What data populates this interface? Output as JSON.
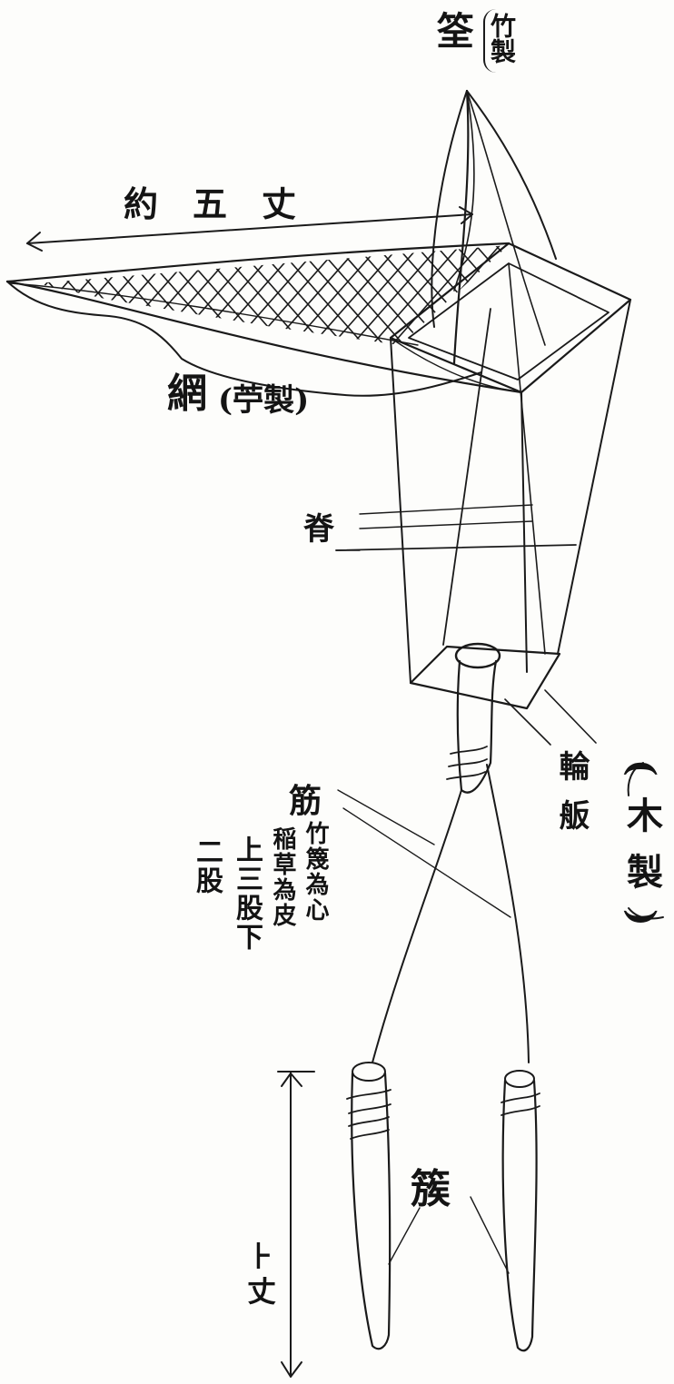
{
  "labels": {
    "basket": "筌",
    "bamboo_made": "竹製",
    "length_top": "約　五　丈",
    "net": "網",
    "ramie_made": "(苧製)",
    "ribs": "脊",
    "ring_board": "輪 舨",
    "wood_made": "(木製)",
    "rope": "筋",
    "rope_core": "竹篾為心",
    "rope_skin": "稲草為皮",
    "strands_upper": "上三股下",
    "strands_lower": "二股",
    "stakes": "簇",
    "length_bottom": "丈"
  }
}
